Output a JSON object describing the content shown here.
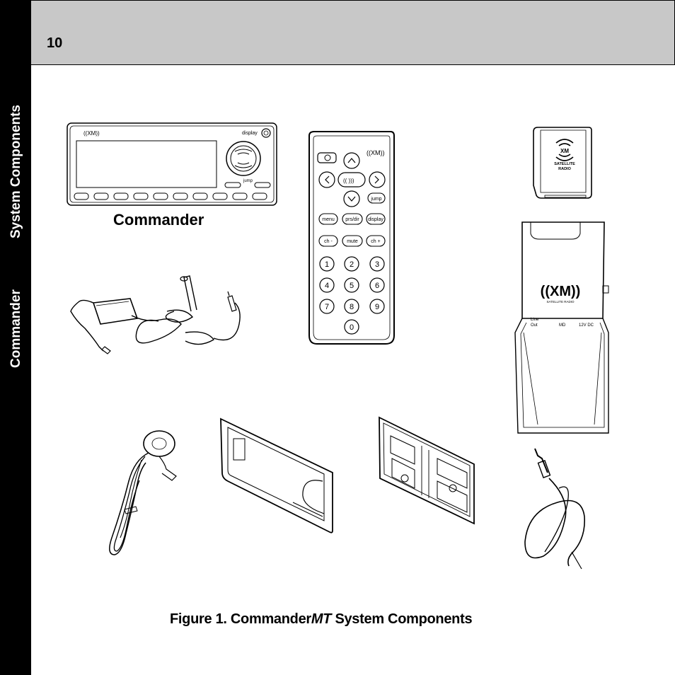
{
  "header": {
    "page_number": "10"
  },
  "sidebar": {
    "section_label": "Commander",
    "topic_label": "System Components"
  },
  "figure": {
    "commander_label": "Commander",
    "radio": {
      "display_label": "display",
      "jump_label": "jump"
    },
    "remote": {
      "buttons": {
        "jump": "jump",
        "menu": "menu",
        "prsdir": "prs/dir",
        "display": "display",
        "chminus": "ch -",
        "mute": "mute",
        "chplus": "ch +",
        "k1": "1",
        "k2": "2",
        "k3": "3",
        "k4": "4",
        "k5": "5",
        "k6": "6",
        "k7": "7",
        "k8": "8",
        "k9": "9",
        "k0": "0"
      }
    },
    "card": {
      "line1": "SATELLITE",
      "line2": "RADIO"
    },
    "dock": {
      "brand_sub": "SATELLITE RADIO",
      "line_out_1": "Line",
      "line_out_2": "Out",
      "mid_label": "MD",
      "power_label": "12V DC"
    }
  },
  "caption": {
    "prefix": "Figure 1. Commander",
    "italic": "MT",
    "suffix": " System Components"
  }
}
